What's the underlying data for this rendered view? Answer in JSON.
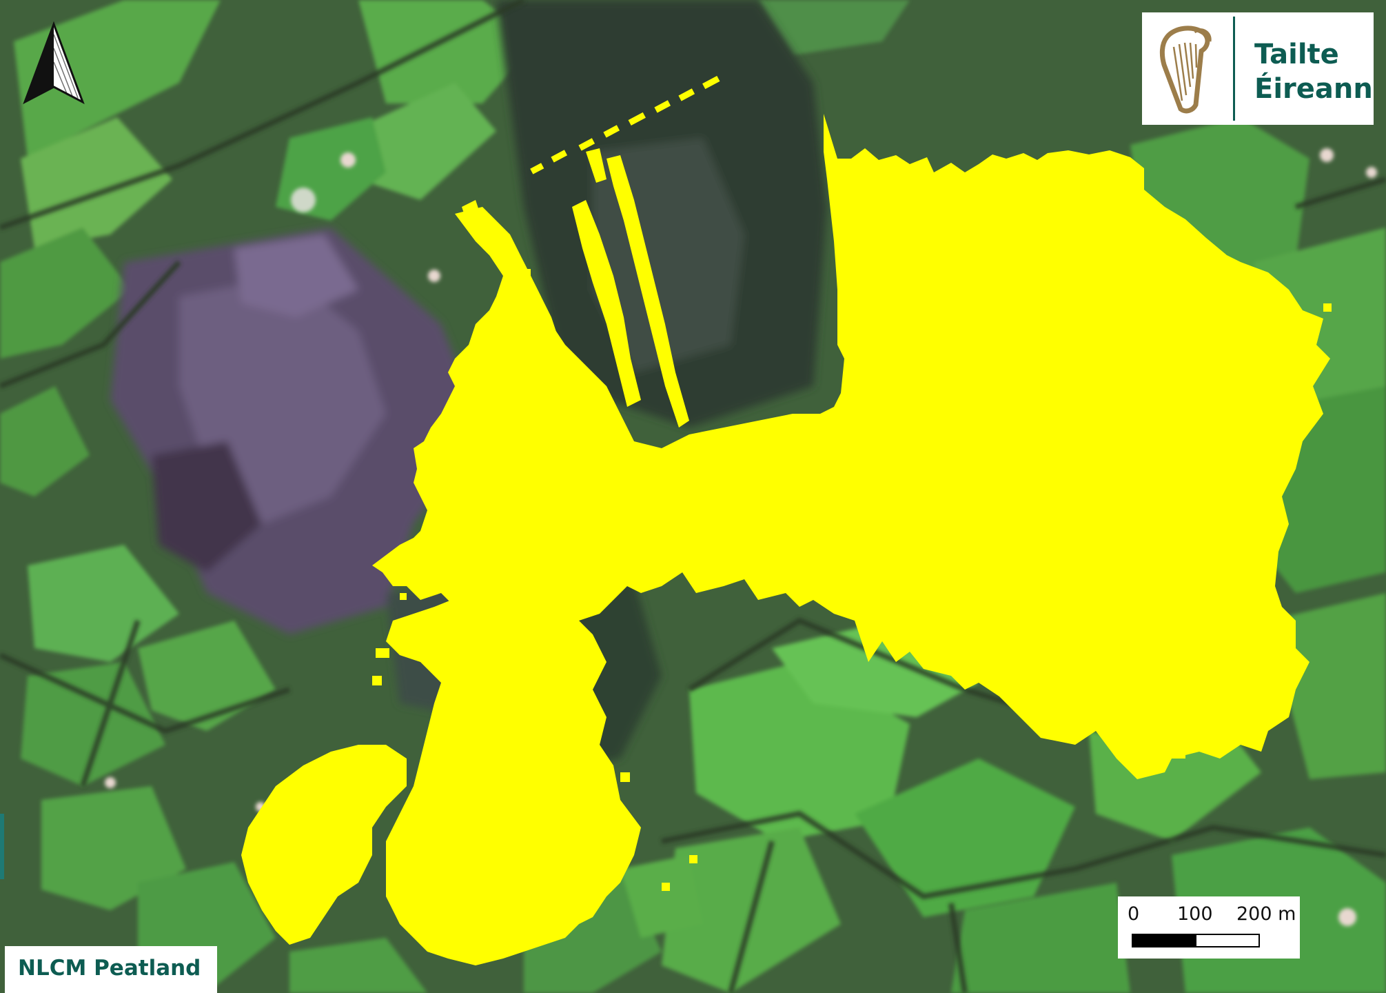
{
  "map": {
    "title": "NLCM Peatland",
    "highlight_color": "#ffff00",
    "basemap": "satellite-imagery",
    "north_arrow": {
      "icon": "north-arrow-icon"
    },
    "logo": {
      "icon": "harp-emblem-icon",
      "line1": "Tailte",
      "line2": "Éireann",
      "color": "#0d5c52"
    },
    "scale_bar": {
      "labels": [
        "0",
        "100",
        "200 m"
      ]
    }
  }
}
